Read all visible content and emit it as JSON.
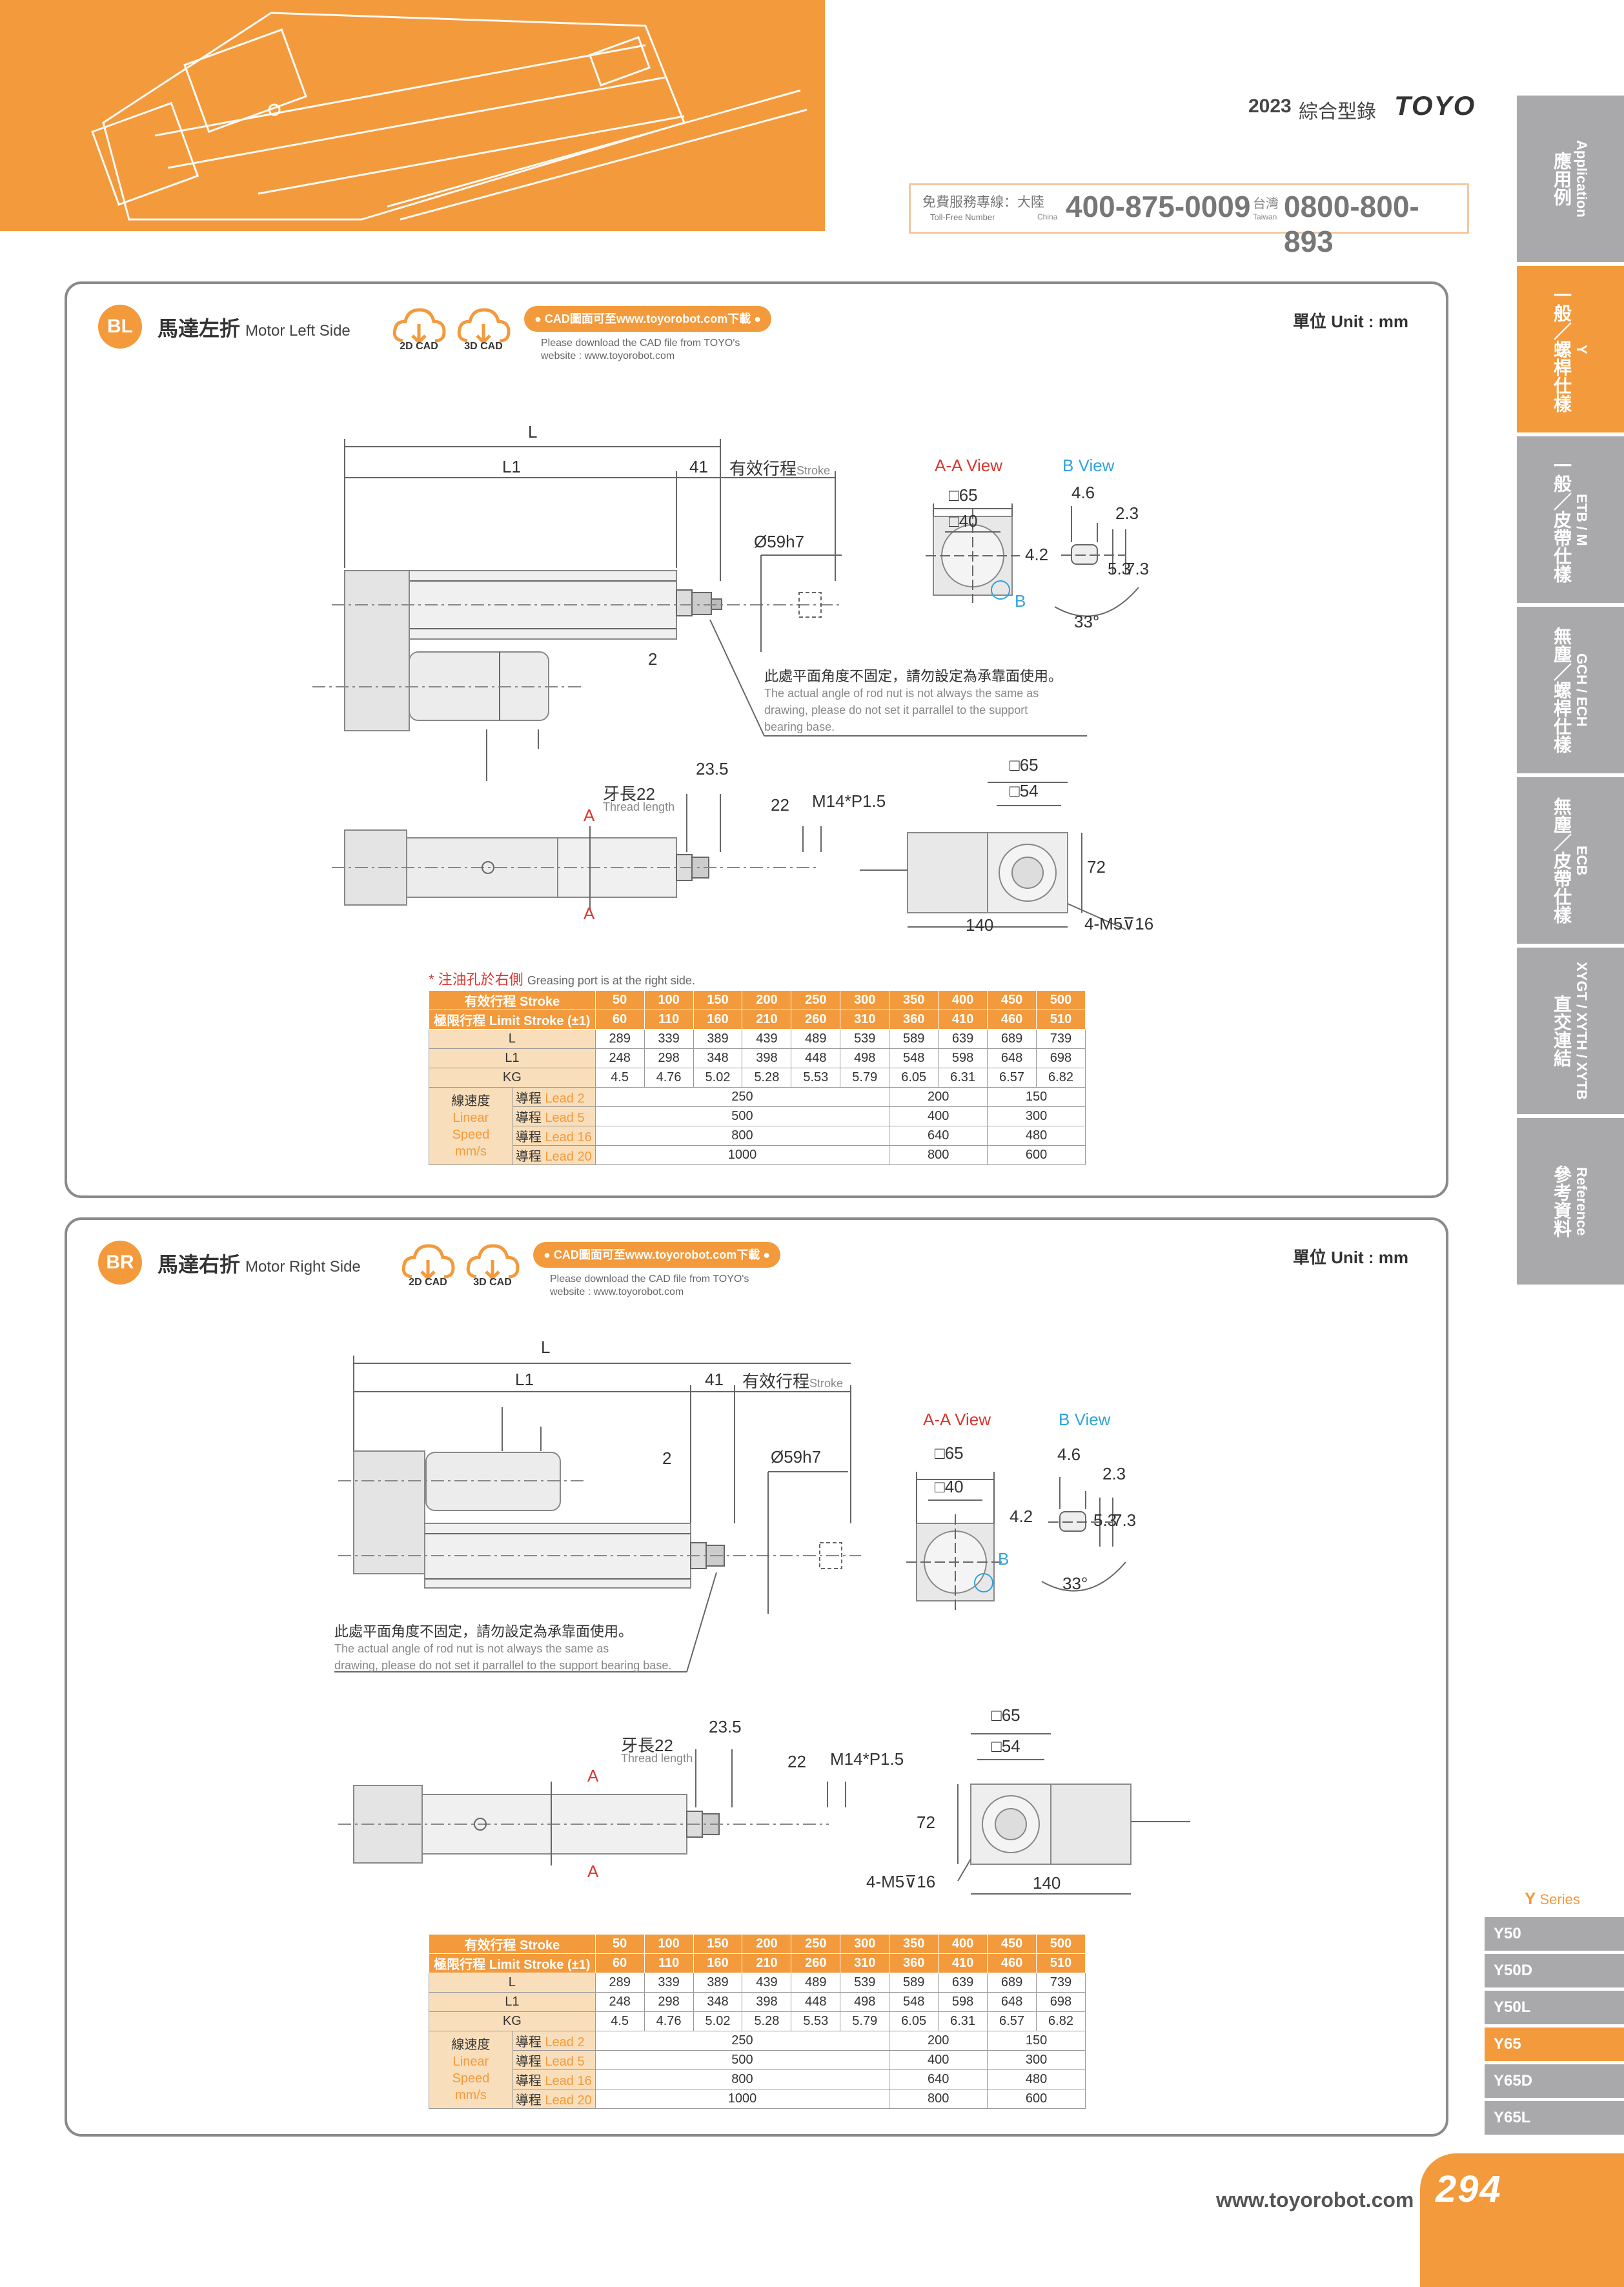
{
  "header": {
    "year": "2023",
    "catalog": "綜合型錄",
    "logo": "TOYO",
    "hotline": {
      "label": "免費服務專線：大陸",
      "label_en": "Toll-Free Number",
      "china_en": "China",
      "china_number": "400-875-0009",
      "taiwan": "台灣",
      "taiwan_en": "Taiwan",
      "taiwan_number": "0800-800-893"
    }
  },
  "side_tabs": [
    {
      "cn": "應用例",
      "en": "Application"
    },
    {
      "cn": "一般／螺桿仕樣",
      "en": "Y"
    },
    {
      "cn": "一般／皮帶仕樣",
      "en": "ETB / M"
    },
    {
      "cn": "無塵／螺桿仕樣",
      "en": "GCH / ECH"
    },
    {
      "cn": "無塵／皮帶仕樣",
      "en": "ECB"
    },
    {
      "cn": "直交連結",
      "en": "XYGT / XYTH / XYTB"
    },
    {
      "cn": "參考資料",
      "en": "Reference"
    }
  ],
  "series": {
    "label_letter": "Y",
    "label": "Series",
    "items": [
      "Y50",
      "Y50D",
      "Y50L",
      "Y65",
      "Y65D",
      "Y65L"
    ],
    "active": "Y65"
  },
  "panels": [
    {
      "badge": "BL",
      "title": "馬達左折",
      "title_en": "Motor Left Side",
      "cad2d": "2D CAD",
      "cad3d": "3D CAD",
      "download": "● CAD圖面可至www.toyorobot.com下載 ●",
      "download_note1": "Please download the CAD file from TOYO's",
      "download_note2": "website : www.toyorobot.com",
      "unit": "單位 Unit : mm",
      "drawing": {
        "L": "L",
        "L1": "L1",
        "d41": "41",
        "stroke_cn": "有效行程",
        "stroke_en": "Stroke",
        "phi": "Ø59h7",
        "d2": "2",
        "aa": "A-A View",
        "bview": "B View",
        "sq65": "□65",
        "sq40": "□40",
        "d46": "4.6",
        "d23": "2.3",
        "d42": "4.2",
        "d53": "5.3",
        "d73": "7.3",
        "ang": "33°",
        "b": "B",
        "note_cn": "此處平面角度不固定，請勿設定為承靠面使用。",
        "note_en1": "The actual angle of rod nut is not always the same as",
        "note_en2": "drawing, please do not set it parrallel to the support",
        "note_en3": "bearing base.",
        "thread_cn": "牙長22",
        "thread_en": "Thread length",
        "d235": "23.5",
        "d22": "22",
        "m14": "M14*P1.5",
        "a": "A",
        "sq65b": "□65",
        "sq54": "□54",
        "d72": "72",
        "d140": "140",
        "m5": "4-M5⊽16"
      },
      "grease_cn": "* 注油孔於右側",
      "grease_en": "Greasing port is at the right side."
    },
    {
      "badge": "BR",
      "title": "馬達右折",
      "title_en": "Motor Right Side",
      "cad2d": "2D CAD",
      "cad3d": "3D CAD",
      "download": "● CAD圖面可至www.toyorobot.com下載 ●",
      "download_note1": "Please download the CAD file from TOYO's",
      "download_note2": "website : www.toyorobot.com",
      "unit": "單位 Unit : mm",
      "drawing": {
        "L": "L",
        "L1": "L1",
        "d41": "41",
        "stroke_cn": "有效行程",
        "stroke_en": "Stroke",
        "phi": "Ø59h7",
        "d2": "2",
        "aa": "A-A View",
        "bview": "B View",
        "sq65": "□65",
        "sq40": "□40",
        "d46": "4.6",
        "d23": "2.3",
        "d42": "4.2",
        "d53": "5.3",
        "d73": "7.3",
        "ang": "33°",
        "b": "B",
        "note_cn": "此處平面角度不固定，請勿設定為承靠面使用。",
        "note_en1": "The actual angle of rod nut is not always the same as",
        "note_en2": "drawing, please do not set it parrallel to the support bearing base.",
        "thread_cn": "牙長22",
        "thread_en": "Thread length",
        "d235": "23.5",
        "d22": "22",
        "m14": "M14*P1.5",
        "a": "A",
        "sq65b": "□65",
        "sq54": "□54",
        "d72": "72",
        "d140": "140",
        "m5": "4-M5⊽16"
      }
    }
  ],
  "table": {
    "stroke_label": "有效行程 Stroke",
    "limit_label": "極限行程 Limit Stroke (±1)",
    "strokes": [
      "50",
      "100",
      "150",
      "200",
      "250",
      "300",
      "350",
      "400",
      "450",
      "500"
    ],
    "limits": [
      "60",
      "110",
      "160",
      "210",
      "260",
      "310",
      "360",
      "410",
      "460",
      "510"
    ],
    "rows": [
      {
        "label": "L",
        "values": [
          "289",
          "339",
          "389",
          "439",
          "489",
          "539",
          "589",
          "639",
          "689",
          "739"
        ]
      },
      {
        "label": "L1",
        "values": [
          "248",
          "298",
          "348",
          "398",
          "448",
          "498",
          "548",
          "598",
          "648",
          "698"
        ]
      },
      {
        "label": "KG",
        "values": [
          "4.5",
          "4.76",
          "5.02",
          "5.28",
          "5.53",
          "5.79",
          "6.05",
          "6.31",
          "6.57",
          "6.82"
        ]
      }
    ],
    "speed_cn": "線速度",
    "speed_en1": "Linear",
    "speed_en2": "Speed",
    "speed_unit": "mm/s",
    "leads": [
      {
        "cn": "導程",
        "en": "Lead 2",
        "a": "250",
        "b": "200",
        "c": "150"
      },
      {
        "cn": "導程",
        "en": "Lead 5",
        "a": "500",
        "b": "400",
        "c": "300"
      },
      {
        "cn": "導程",
        "en": "Lead 16",
        "a": "800",
        "b": "640",
        "c": "480"
      },
      {
        "cn": "導程",
        "en": "Lead 20",
        "a": "1000",
        "b": "800",
        "c": "600"
      }
    ]
  },
  "footer": {
    "url": "www.toyorobot.com",
    "page": "294"
  },
  "colors": {
    "accent": "#f39a3c",
    "tab_gray": "#a9a9ab",
    "red": "#d8362e",
    "blue": "#2fa4d7"
  }
}
